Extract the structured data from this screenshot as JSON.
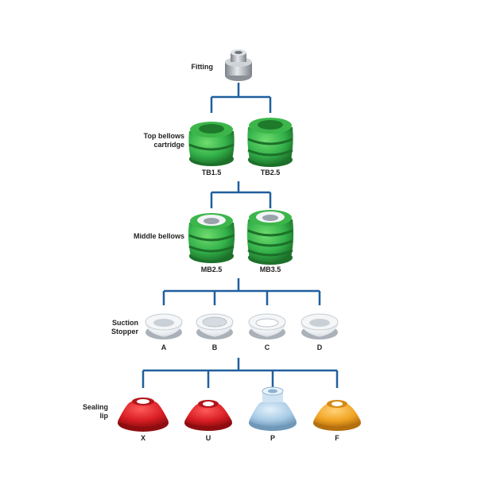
{
  "colors": {
    "connector": "#1f5f9e",
    "bellows_green": "#3cb64a",
    "bellows_dark": "#1f7a2c",
    "stopper_white": "#eef1f4",
    "lip_red": "#d81e24",
    "lip_blue": "#a8cbe6",
    "lip_orange": "#f0a322",
    "fitting_grey": "#b9bec4"
  },
  "rows": {
    "fitting": {
      "label": "Fitting"
    },
    "top_bellows": {
      "label": "Top bellows\ncartridge",
      "items": [
        "TB1.5",
        "TB2.5"
      ]
    },
    "middle_bellows": {
      "label": "Middle bellows",
      "items": [
        "MB2.5",
        "MB3.5"
      ]
    },
    "suction_stopper": {
      "label": "Suction\nStopper",
      "items": [
        "A",
        "B",
        "C",
        "D"
      ]
    },
    "sealing_lip": {
      "label": "Sealing\nlip",
      "items": [
        "X",
        "U",
        "P",
        "F"
      ]
    }
  }
}
